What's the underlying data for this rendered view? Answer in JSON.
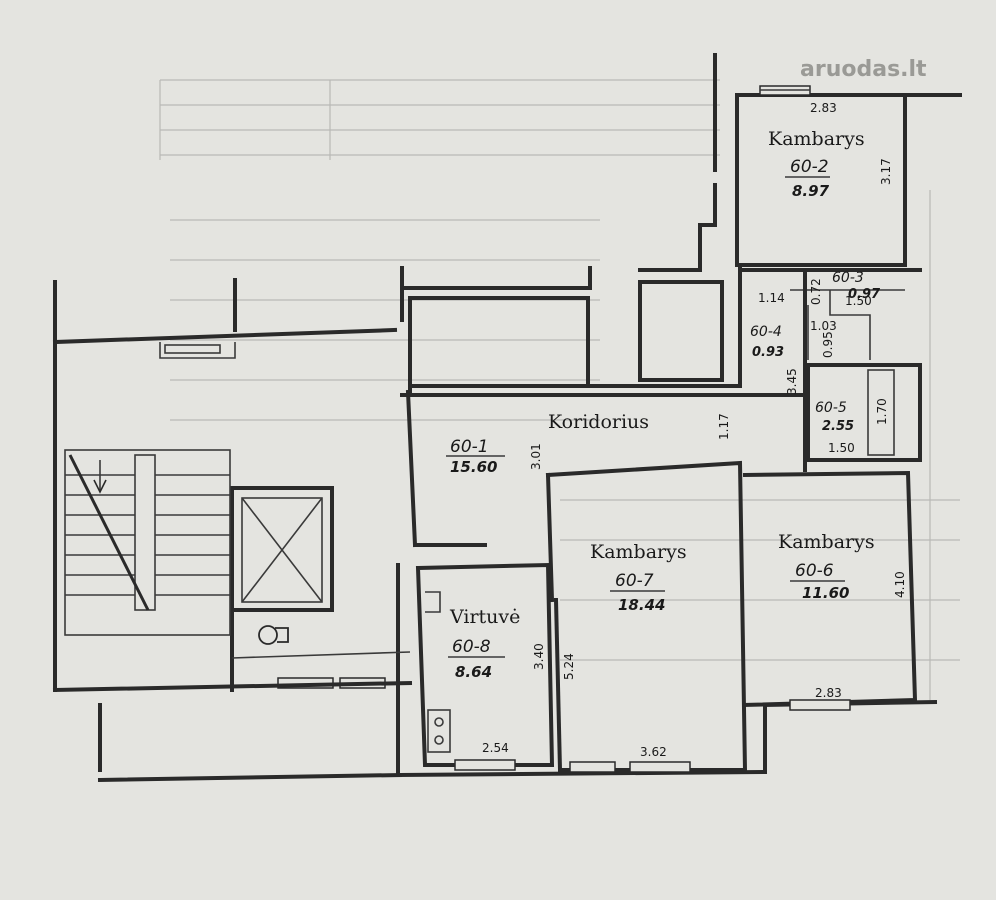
{
  "watermark": "aruodas.lt",
  "rooms": {
    "room_2": {
      "name": "Kambarys",
      "code": "60-2",
      "area": "8.97",
      "dim_top": "2.83",
      "dim_side": "3.17"
    },
    "room_3": {
      "code": "60-3",
      "area": "0.97",
      "dim_a": "0.72",
      "dim_b": "1.50"
    },
    "room_4": {
      "code": "60-4",
      "area": "0.93",
      "dim_a": "1.14",
      "dim_b": "1.03",
      "dim_c": "0.95",
      "dim_d": "3.45"
    },
    "room_5": {
      "code": "60-5",
      "area": "2.55",
      "dim_side": "1.70",
      "dim_bottom": "1.50"
    },
    "corridor": {
      "name": "Koridorius",
      "code": "60-1",
      "area": "15.60",
      "dim_a": "3.01",
      "dim_b": "1.17"
    },
    "room_7": {
      "name": "Kambarys",
      "code": "60-7",
      "area": "18.44",
      "dim_side": "5.24",
      "dim_bottom": "3.62"
    },
    "room_6": {
      "name": "Kambarys",
      "code": "60-6",
      "area": "11.60",
      "dim_side": "4.10",
      "dim_bottom": "2.83"
    },
    "kitchen": {
      "name": "Virtuvė",
      "code": "60-8",
      "area": "8.64",
      "dim_side": "3.40",
      "dim_bottom": "2.54"
    }
  }
}
